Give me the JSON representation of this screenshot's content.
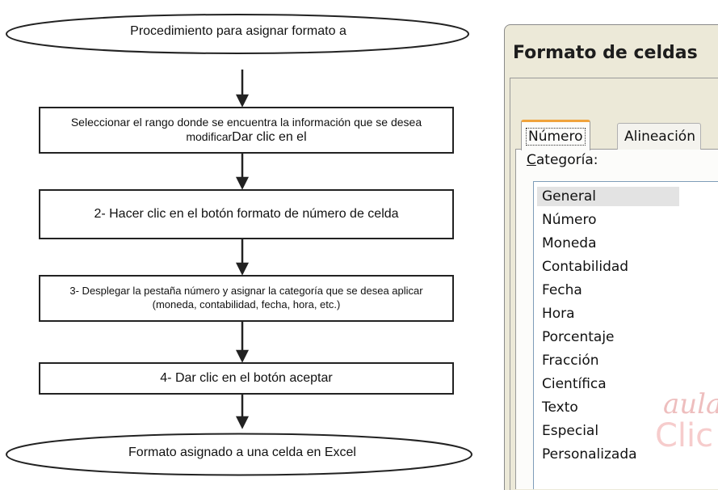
{
  "flowchart": {
    "start": "Procedimiento para  asignar formato a",
    "steps": [
      "Seleccionar el rango donde se encuentra la información que se desea modificar",
      "Dar clic en el",
      "2- Hacer clic en el botón formato de número de celda",
      "3- Desplegar la pestaña número y asignar la categoría que se desea aplicar (moneda, contabilidad, fecha, hora, etc.)",
      "4- Dar clic en el botón aceptar"
    ],
    "end": "Formato asignado a una celda en Excel"
  },
  "dialog": {
    "title": "Formato de celdas",
    "tabs": [
      "Número",
      "Alineación"
    ],
    "category_label_underlined": "C",
    "category_label_rest": "ategoría:",
    "categories": [
      "General",
      "Número",
      "Moneda",
      "Contabilidad",
      "Fecha",
      "Hora",
      "Porcentaje",
      "Fracción",
      "Científica",
      "Texto",
      "Especial",
      "Personalizada"
    ],
    "selected_category": "General",
    "watermark": [
      "aula",
      "Clic"
    ]
  }
}
